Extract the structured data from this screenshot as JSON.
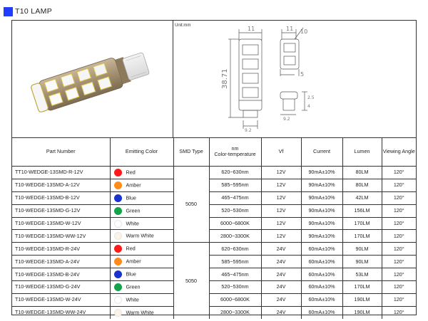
{
  "header": {
    "title": "T10  LAMP",
    "accent_color": "#1f3cff"
  },
  "drawing": {
    "unit": "Unit:mm",
    "dims": {
      "width_top": "11",
      "height": "38.71",
      "base_width": "9.2",
      "side_width": "11",
      "side_diag": "10",
      "side_depth": "5",
      "pin_pitch": "9.2",
      "pin_h1": "2.5",
      "pin_h2": "4"
    }
  },
  "table": {
    "headers": {
      "part_number": "Part Number",
      "emitting_color": "Emitting Color",
      "smd_type": "SMD Type",
      "nm_line1": "nm",
      "nm_line2": "Color-temperature",
      "vf": "Vf",
      "current": "Current",
      "lumen": "Lumen",
      "viewing_angle": "Viewing Angle"
    },
    "groups": [
      {
        "smd_type": "5050",
        "rows": [
          {
            "part": "TT10-WEDGE-13SMD-R-12V",
            "color_name": "Red",
            "color_hex": "#ff1a1a",
            "nm": "620~630nm",
            "vf": "12V",
            "current": "90mA±10%",
            "lumen": "80LM",
            "angle": "120°"
          },
          {
            "part": "T10-WEDGE-13SMD-A-12V",
            "color_name": "Amber",
            "color_hex": "#ff8c1a",
            "nm": "585~595nm",
            "vf": "12V",
            "current": "90mA±10%",
            "lumen": "80LM",
            "angle": "120°"
          },
          {
            "part": "T10-WEDGE-13SMD-B-12V",
            "color_name": "Blue",
            "color_hex": "#1a33cc",
            "nm": "465~475nm",
            "vf": "12V",
            "current": "90mA±10%",
            "lumen": "42LM",
            "angle": "120°"
          },
          {
            "part": "T10-WEDGE-13SMD-G-12V",
            "color_name": "Green",
            "color_hex": "#13a34a",
            "nm": "520~530nm",
            "vf": "12V",
            "current": "90mA±10%",
            "lumen": "156LM",
            "angle": "120°"
          },
          {
            "part": "T10-WEDGE-13SMD-W-12V",
            "color_name": "White",
            "color_hex": "#ffffff",
            "nm": "6000~6800K",
            "vf": "12V",
            "current": "90mA±10%",
            "lumen": "170LM",
            "angle": "120°"
          },
          {
            "part": "T10-WEDGE-13SMD-WW-12V",
            "color_name": "Warm White",
            "color_hex": "#fbf3e4",
            "nm": "2800~3300K",
            "vf": "12V",
            "current": "90mA±10%",
            "lumen": "170LM",
            "angle": "120°"
          }
        ]
      },
      {
        "smd_type": "5050",
        "rows": [
          {
            "part": "T10-WEDGE-13SMD-R-24V",
            "color_name": "Red",
            "color_hex": "#ff1a1a",
            "nm": "620~630nm",
            "vf": "24V",
            "current": "60mA±10%",
            "lumen": "90LM",
            "angle": "120°"
          },
          {
            "part": "T10-WEDGE-13SMD-A-24V",
            "color_name": "Amber",
            "color_hex": "#ff8c1a",
            "nm": "585~595nm",
            "vf": "24V",
            "current": "60mA±10%",
            "lumen": "90LM",
            "angle": "120°"
          },
          {
            "part": "T10-WEDGE-13SMD-B-24V",
            "color_name": "Blue",
            "color_hex": "#1a33cc",
            "nm": "465~475nm",
            "vf": "24V",
            "current": "60mA±10%",
            "lumen": "53LM",
            "angle": "120°"
          },
          {
            "part": "T10-WEDGE-13SMD-G-24V",
            "color_name": "Green",
            "color_hex": "#13a34a",
            "nm": "520~530nm",
            "vf": "24V",
            "current": "60mA±10%",
            "lumen": "170LM",
            "angle": "120°"
          },
          {
            "part": "T10-WEDGE-13SMD-W-24V",
            "color_name": "White",
            "color_hex": "#ffffff",
            "nm": "6000~6800K",
            "vf": "24V",
            "current": "60mA±10%",
            "lumen": "190LM",
            "angle": "120°"
          },
          {
            "part": "T10-WEDGE-13SMD-WW-24V",
            "color_name": "Warm White",
            "color_hex": "#fbf3e4",
            "nm": "2800~3300K",
            "vf": "24V",
            "current": "60mA±10%",
            "lumen": "190LM",
            "angle": "120°"
          }
        ]
      }
    ]
  }
}
